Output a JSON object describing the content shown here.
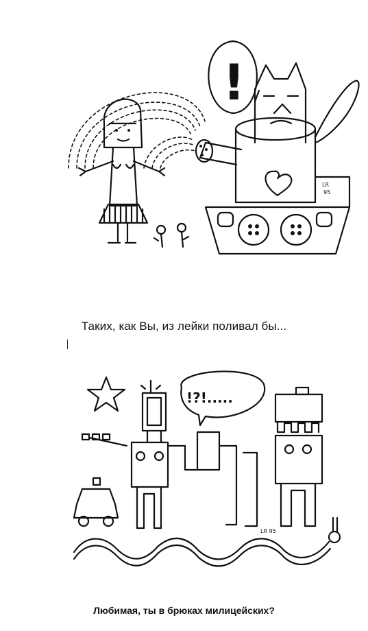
{
  "captions": {
    "top": "Таких, как Вы, из лейки поливал бы...",
    "bottom": "Любимая, ты в брюках милицейских?"
  },
  "top_illustration": {
    "speech_bubble_text": "!",
    "signature": [
      "LR",
      "95"
    ]
  },
  "bottom_illustration": {
    "speech_bubble_text": "!?!.....",
    "signature": "LR 95"
  }
}
